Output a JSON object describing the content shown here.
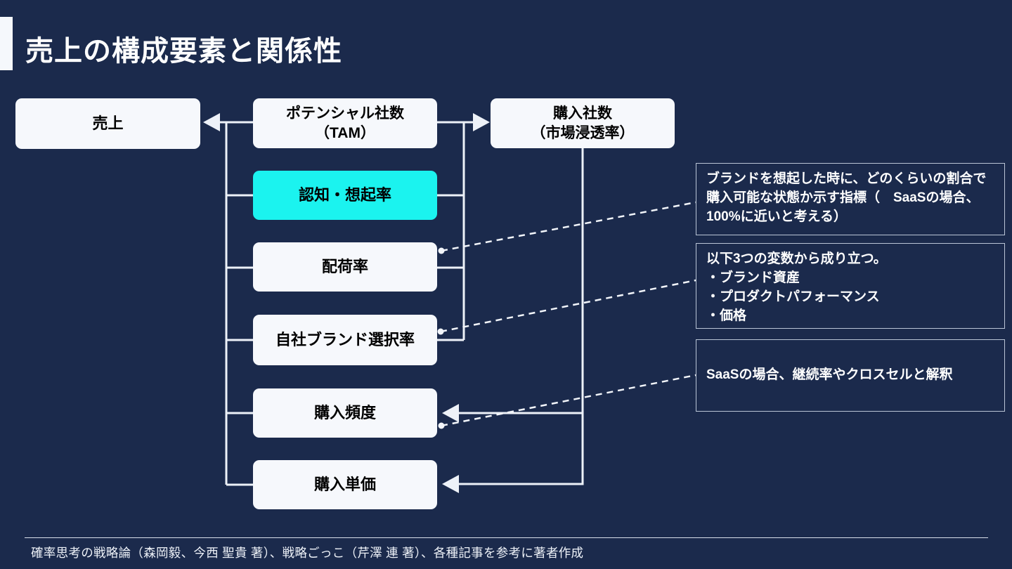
{
  "title": "売上の構成要素と関係性",
  "nodes": {
    "revenue": "売上",
    "tam": "ポテンシャル社数\n（TAM）",
    "buyers": "購入社数\n（市場浸透率）",
    "awareness": "認知・想起率",
    "distribution": "配荷率",
    "brand_choice": "自社ブランド選択率",
    "frequency": "購入頻度",
    "unit_price": "購入単価"
  },
  "annotations": {
    "awareness_note": "ブランドを想起した時に、どのくらいの割合で購入可能な状態か示す指標（　SaaSの場合、100%に近いと考える）",
    "brand_choice_note": "以下3つの変数から成り立つ。\n・ブランド資産\n・プロダクトパフォーマンス\n・価格",
    "frequency_note": "SaaSの場合、継続率やクロスセルと解釈"
  },
  "footer": {
    "source": "確率思考の戦略論（森岡毅、今西 聖貴 著）、戦略ごっこ（芹澤 連 著）、各種記事を参考に著者作成"
  },
  "colors": {
    "background": "#1b2a4c",
    "node_fill": "#f6f8fc",
    "highlight": "#1bf3ef",
    "line": "#edf1f8",
    "annotation_border": "#bac5d6"
  }
}
